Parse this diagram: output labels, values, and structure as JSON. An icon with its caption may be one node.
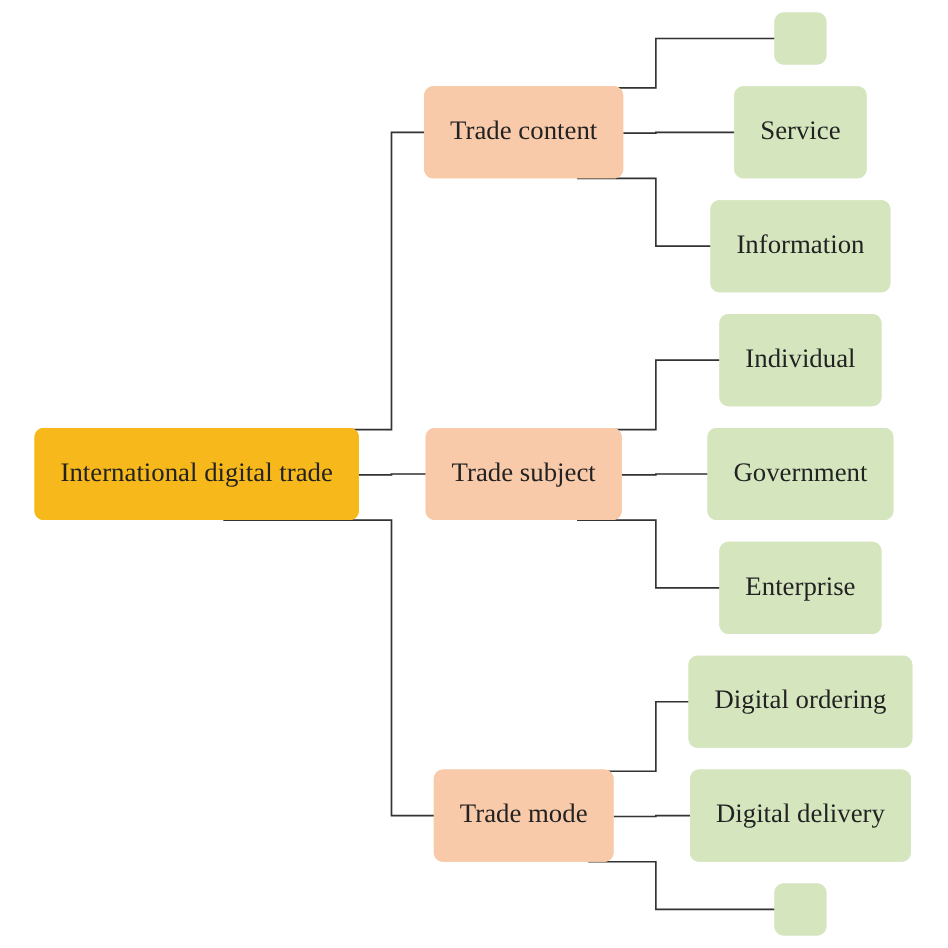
{
  "diagram": {
    "nodes": [
      {
        "text": [
          "International digital trade"
        ]
      },
      {
        "text": [
          "Trade content"
        ]
      },
      {
        "text": [
          "Trade subject"
        ]
      },
      {
        "text": [
          "Trade mode"
        ]
      },
      {
        "text": [],
        "shape": "box"
      },
      {
        "text": [
          "Service"
        ]
      },
      {
        "text": [
          "Information"
        ]
      },
      {
        "text": [
          "Individual"
        ]
      },
      {
        "text": [
          "Government"
        ]
      },
      {
        "text": [
          "Enterprise"
        ]
      },
      {
        "text": [
          "Digital ordering"
        ]
      },
      {
        "text": [
          "Digital delivery"
        ]
      },
      {
        "text": [],
        "shape": "box"
      }
    ],
    "edges": [
      {
        "from": 0,
        "to": 1,
        "arrow": "none"
      },
      {
        "from": 0,
        "to": 2,
        "arrow": "none"
      },
      {
        "from": 0,
        "to": 3,
        "arrow": "none"
      },
      {
        "from": 1,
        "to": 4,
        "arrow": "none"
      },
      {
        "from": 1,
        "to": 5,
        "arrow": "none"
      },
      {
        "from": 1,
        "to": 6,
        "arrow": "none"
      },
      {
        "from": 2,
        "to": 7,
        "arrow": "none"
      },
      {
        "from": 2,
        "to": 8,
        "arrow": "none"
      },
      {
        "from": 2,
        "to": 9,
        "arrow": "none"
      },
      {
        "from": 3,
        "to": 10,
        "arrow": "none"
      },
      {
        "from": 3,
        "to": 11,
        "arrow": "none"
      },
      {
        "from": 3,
        "to": 12,
        "arrow": "none"
      }
    ]
  }
}
